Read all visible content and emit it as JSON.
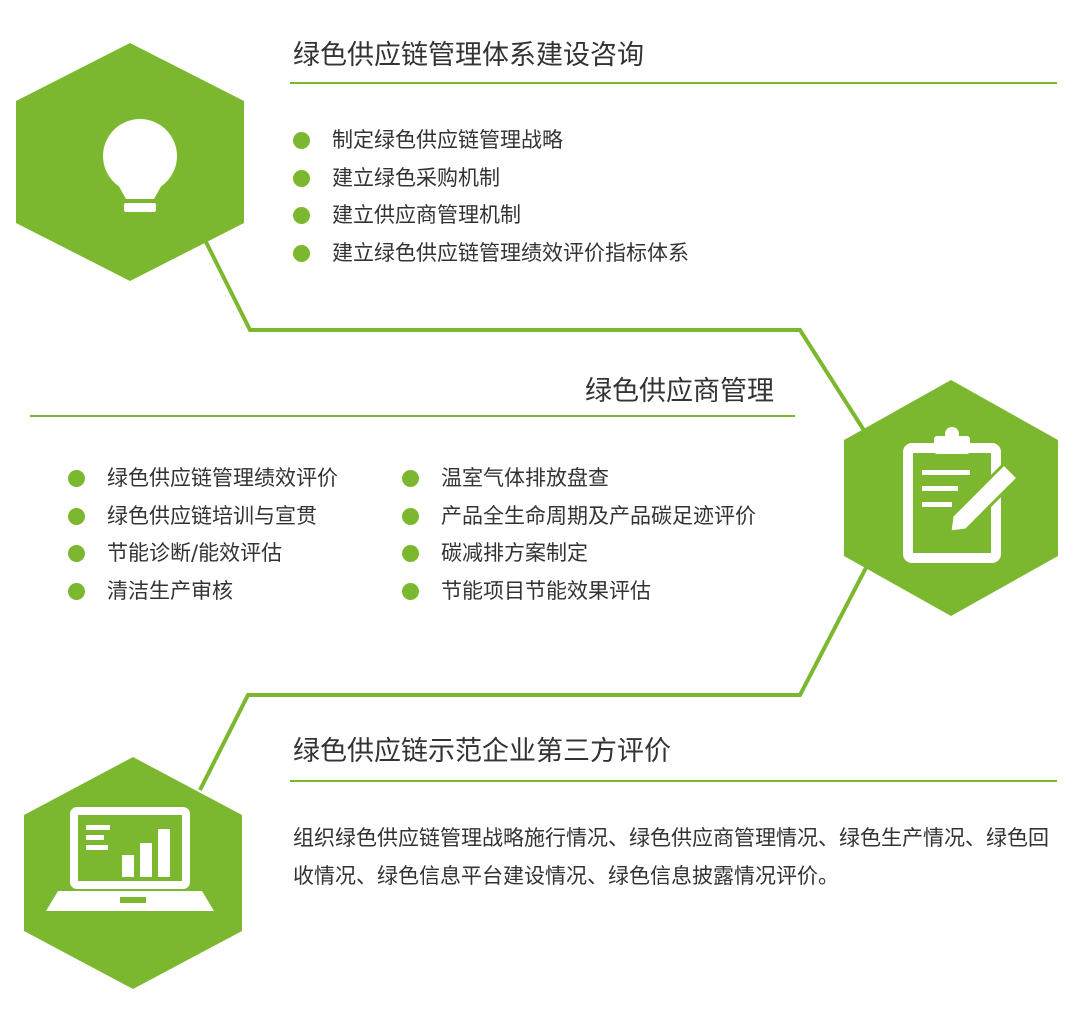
{
  "colors": {
    "accent": "#7cb82f",
    "text": "#333333",
    "icon": "#ffffff"
  },
  "section1": {
    "title": "绿色供应链管理体系建设咨询",
    "icon": "lightbulb-icon",
    "items": [
      "制定绿色供应链管理战略",
      "建立绿色采购机制",
      "建立供应商管理机制",
      "建立绿色供应链管理绩效评价指标体系"
    ]
  },
  "section2": {
    "title": "绿色供应商管理",
    "icon": "clipboard-pencil-icon",
    "left_items": [
      "绿色供应链管理绩效评价",
      "绿色供应链培训与宣贯",
      "节能诊断/能效评估",
      "清洁生产审核"
    ],
    "right_items": [
      "温室气体排放盘查",
      "产品全生命周期及产品碳足迹评价",
      "碳减排方案制定",
      "节能项目节能效果评估"
    ]
  },
  "section3": {
    "title": "绿色供应链示范企业第三方评价",
    "icon": "laptop-chart-icon",
    "text": "组织绿色供应链管理战略施行情况、绿色供应商管理情况、绿色生产情况、绿色回收情况、绿色信息平台建设情况、绿色信息披露情况评价。"
  }
}
